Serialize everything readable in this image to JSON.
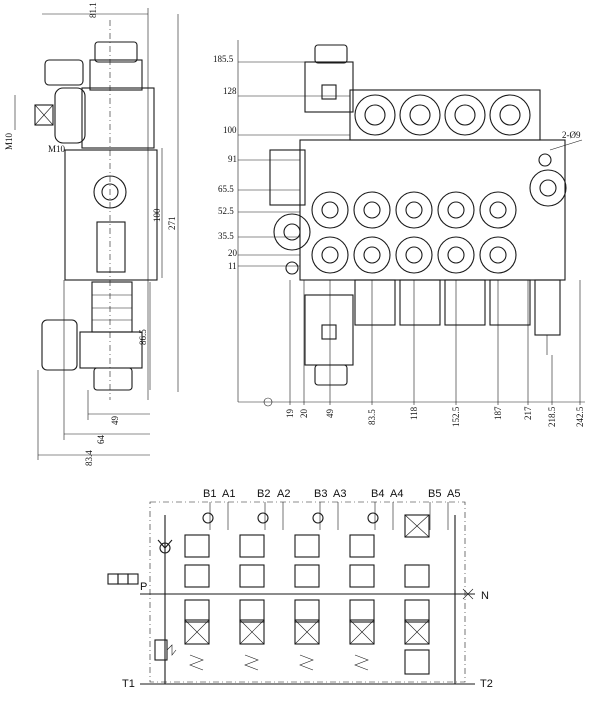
{
  "side_view": {
    "top_width": "81.1",
    "height_total": "271",
    "height_mid": "100",
    "height_low": "86.5",
    "thread_a": "M10",
    "thread_b": "M10",
    "width_a": "49",
    "width_b": "64",
    "width_total": "83.4"
  },
  "front_view": {
    "left_dims": [
      "185.5",
      "128",
      "100",
      "91",
      "65.5",
      "52.5",
      "35.5",
      "20",
      "11"
    ],
    "bottom_dims": [
      "19",
      "20",
      "49",
      "83.5",
      "118",
      "152.5",
      "187",
      "217",
      "218.5",
      "242.5"
    ],
    "hole_callout": "2-Ø9"
  },
  "schematic": {
    "ports_top": [
      "B1",
      "A1",
      "B2",
      "A2",
      "B3",
      "A3",
      "B4",
      "A4",
      "B5",
      "A5"
    ],
    "port_p": "P",
    "port_n": "N",
    "port_t1": "T1",
    "port_t2": "T2"
  }
}
